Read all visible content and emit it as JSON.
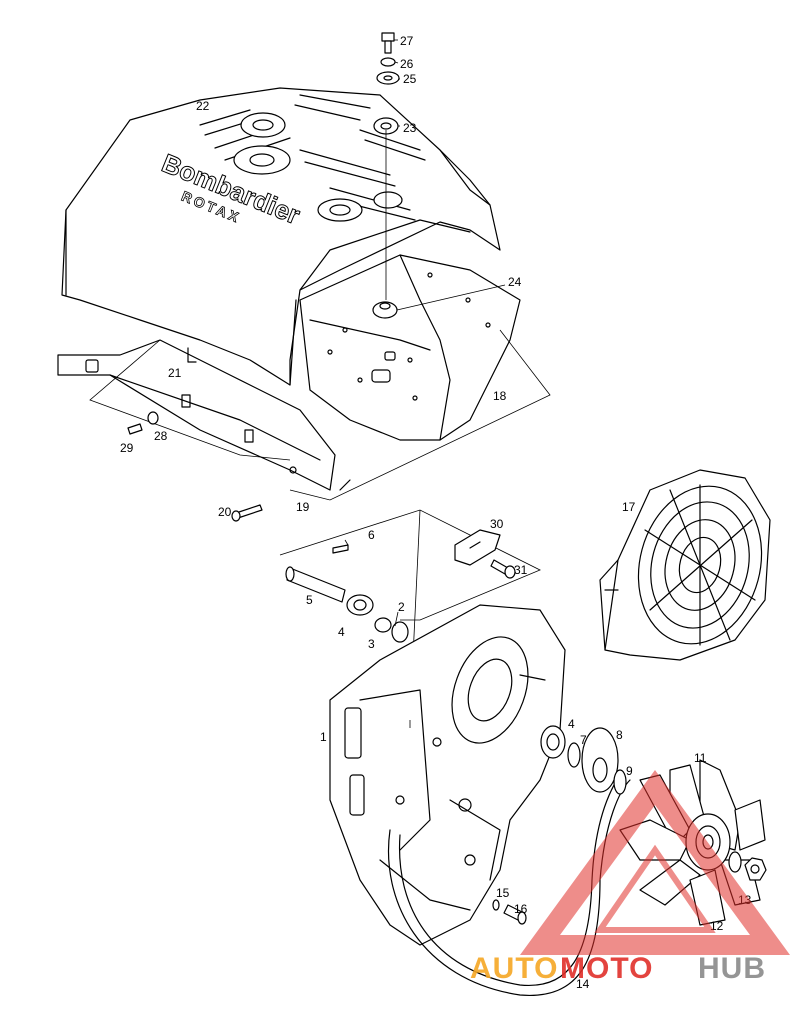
{
  "cover": {
    "brand_text": "Bombardier",
    "brand_subtext": "ROTAX"
  },
  "watermark": {
    "part1": "AUTO",
    "part2": "MOTO",
    "part3": "HUB",
    "color_orange": "#f5a623",
    "color_red": "#e0302a",
    "color_gray": "#8a8a8a"
  },
  "callouts": {
    "c1": "1",
    "c2": "2",
    "c3": "3",
    "c4a": "4",
    "c4b": "4",
    "c5": "5",
    "c6": "6",
    "c7": "7",
    "c8": "8",
    "c9": "9",
    "c11": "11",
    "c12": "12",
    "c13": "13",
    "c14": "14",
    "c15": "15",
    "c16": "16",
    "c17": "17",
    "c18": "18",
    "c19": "19",
    "c20": "20",
    "c21": "21",
    "c22": "22",
    "c23": "23",
    "c24": "24",
    "c25": "25",
    "c26": "26",
    "c27": "27",
    "c28": "28",
    "c29": "29",
    "c30": "30",
    "c31": "31"
  }
}
